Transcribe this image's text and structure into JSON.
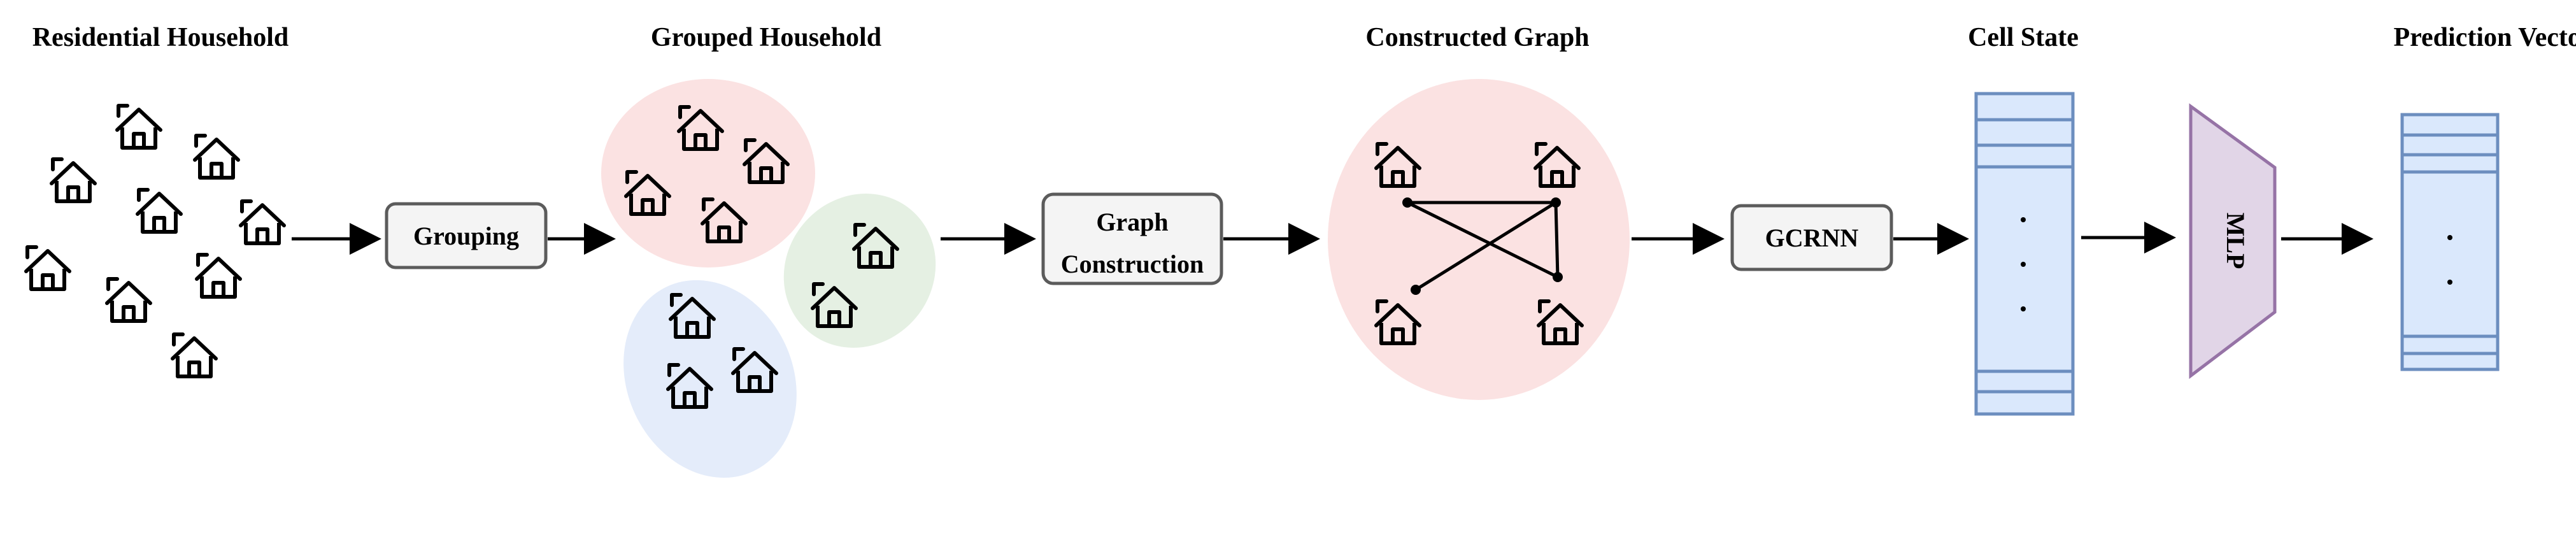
{
  "titles": {
    "residential": "Residential Household",
    "grouped": "Grouped Household",
    "constructed": "Constructed Graph",
    "cell_state": "Cell State",
    "prediction": "Prediction Vector"
  },
  "boxes": {
    "grouping": "Grouping",
    "graph_line1": "Graph",
    "graph_line2": "Construction",
    "gcrnn": "GCRNN",
    "mlp": "MLP"
  },
  "icons": {
    "house": "house-icon"
  },
  "colors": {
    "group_red": "#fbe2e2",
    "group_green": "#e5f0e3",
    "group_blue": "#e4ecfa",
    "graph_circle": "#fbe2e2",
    "box_fill": "#f4f4f4",
    "box_stroke": "#5b5b5b",
    "vector_fill": "#dae8fc",
    "vector_stroke": "#6c8ebf",
    "mlp_fill": "#e1d5e7",
    "mlp_stroke": "#9673a6"
  }
}
